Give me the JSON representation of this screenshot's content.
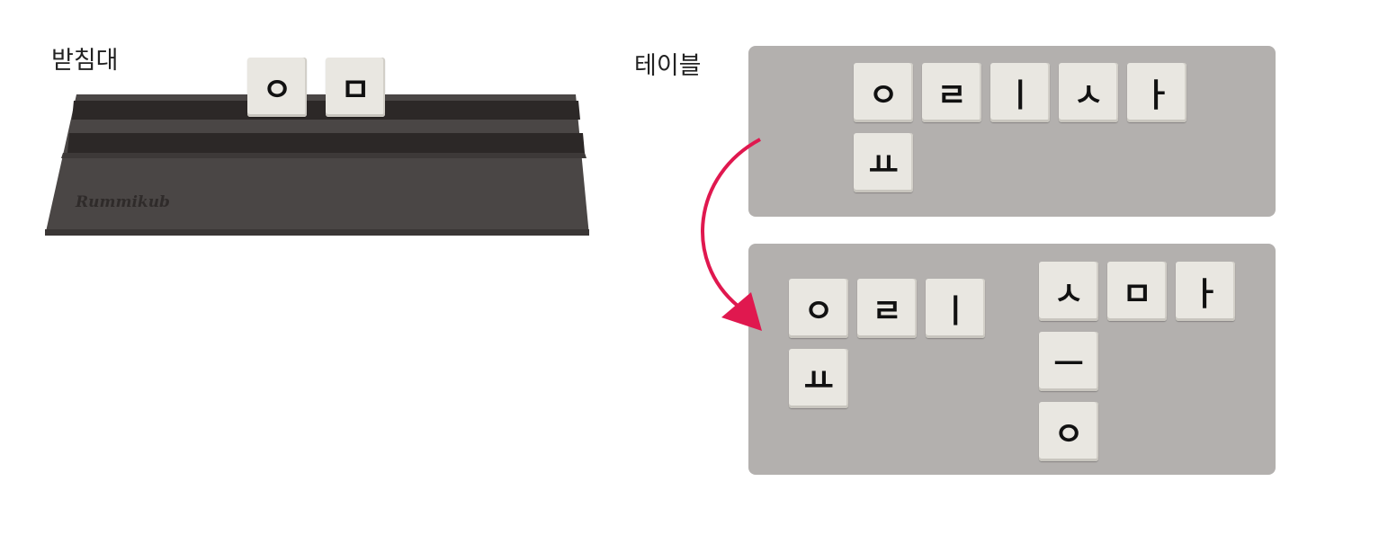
{
  "rack": {
    "label": "받침대",
    "brand": "Rummikub",
    "tiles": [
      "ㅇ",
      "ㅁ"
    ]
  },
  "table": {
    "label": "테이블",
    "before": {
      "row": [
        "ㅇ",
        "ㄹ",
        "ㅣ",
        "ㅅ",
        "ㅏ"
      ],
      "below": "ㅛ"
    },
    "after": {
      "left_row": [
        "ㅇ",
        "ㄹ",
        "ㅣ"
      ],
      "left_below": "ㅛ",
      "right_row": [
        "ㅅ",
        "ㅁ",
        "ㅏ"
      ],
      "right_column": [
        "ㅡ",
        "ㅇ"
      ]
    }
  },
  "colors": {
    "arrow": "#e0184f",
    "board": "#b3b0ae",
    "rack": "#4a4645",
    "tile": "#e9e7e1"
  }
}
